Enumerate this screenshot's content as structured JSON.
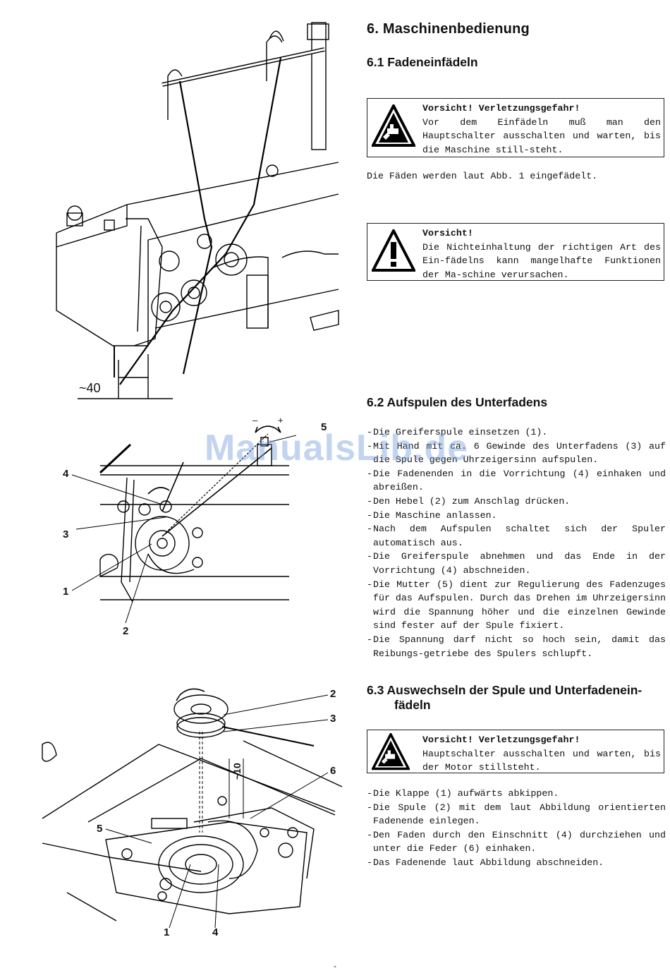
{
  "section6": {
    "title": "6.   Maschinenbedienung"
  },
  "s61": {
    "title": "6.1 Fadeneinfädeln",
    "warning1": {
      "head": "Vorsicht! Verletzungsgefahr!",
      "text": "Vor dem Einfädeln muß man den Hauptschalter ausschalten und warten, bis die Maschine still-steht."
    },
    "para": "Die Fäden werden laut Abb. 1 eingefädelt.",
    "warning2": {
      "head": "Vorsicht!",
      "text": "Die Nichteinhaltung der richtigen Art des Ein-fädelns kann mangelhafte Funktionen der Ma-schine verursachen."
    }
  },
  "s62": {
    "title": "6.2  Aufspulen des Unterfadens",
    "items": [
      "Die Greiferspule einsetzen (1).",
      "Mit Hand mit ca. 6 Gewinde des Unterfadens (3) auf die Spule gegen Uhrzeigersinn aufspulen.",
      "Die Fadenenden in die Vorrichtung (4) einhaken und abreißen.",
      "Den Hebel (2) zum Anschlag drücken.",
      "Die Maschine anlassen.",
      "Nach dem Aufspulen schaltet sich der Spuler automatisch aus.",
      "Die Greiferspule abnehmen und das Ende in der Vorrichtung (4) abschneiden.",
      "Die Mutter (5) dient zur Regulierung des Fadenzuges für das Aufspulen. Durch das Drehen im Uhrzeigersinn wird die Spannung höher und die einzelnen Gewinde sind fester auf der Spule fixiert.",
      "Die Spannung darf nicht so hoch sein, damit das Reibungs-getriebe des Spulers schlupft."
    ]
  },
  "s63": {
    "title_line1": "6.3  Auswechseln der Spule und Unterfadenein-",
    "title_line2": "fädeln",
    "warning": {
      "head": "Vorsicht! Verletzungsgefahr!",
      "text": "Hauptschalter ausschalten und warten, bis der Motor stillsteht."
    },
    "items": [
      "Die Klappe (1) aufwärts abkippen.",
      "Die Spule (2) mit dem laut Abbildung orientierten Fadenende einlegen.",
      "Den Faden durch den Einschnitt (4) durchziehen und unter die Feder (6) einhaken.",
      " Das Fadenende laut Abbildung abschneiden."
    ]
  },
  "fig1": {
    "dimension": "~40"
  },
  "fig2": {
    "labels": [
      "5",
      "4",
      "3",
      "1",
      "2"
    ],
    "minus": "–",
    "plus": "+"
  },
  "fig3": {
    "labels": [
      "2",
      "3",
      "6",
      "5",
      "1",
      "4"
    ],
    "dimension": "~10"
  },
  "watermark": "ManualsLib.de",
  "page_mark": "-"
}
